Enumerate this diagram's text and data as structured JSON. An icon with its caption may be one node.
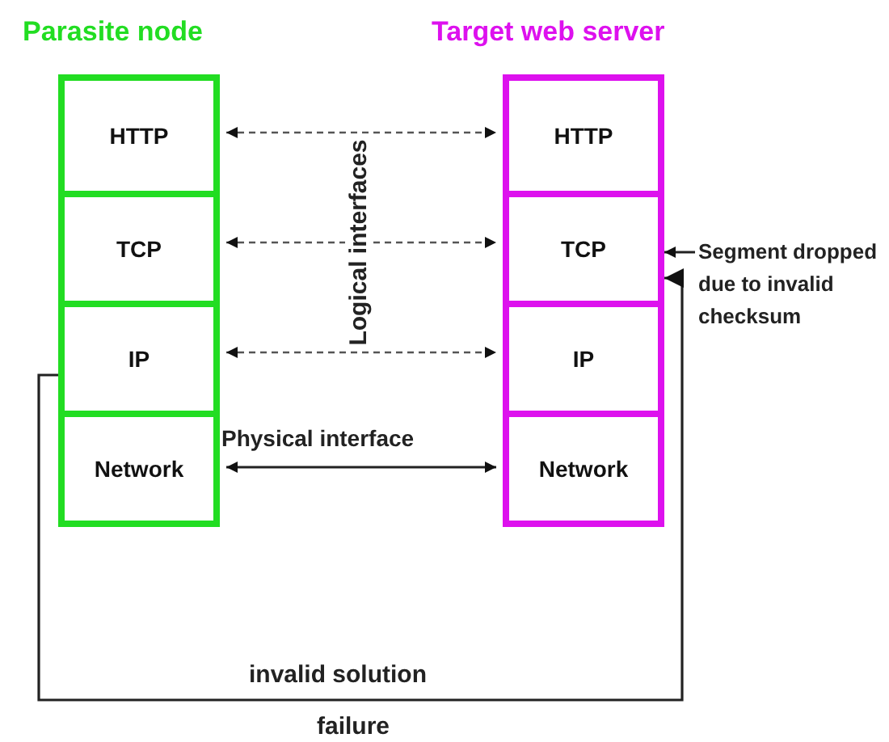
{
  "diagram": {
    "nodes": [
      {
        "text": [
          "Parasite node"
        ]
      },
      {
        "text": [
          "HTTP"
        ],
        "in": 0
      },
      {
        "text": [
          "TCP"
        ],
        "in": 0
      },
      {
        "text": [
          "IP"
        ],
        "in": 0
      },
      {
        "text": [
          "Network"
        ],
        "in": 0
      },
      {
        "text": [
          "Target web server"
        ]
      },
      {
        "text": [
          "HTTP"
        ],
        "in": 5
      },
      {
        "text": [
          "TCP"
        ],
        "in": 5
      },
      {
        "text": [
          "IP"
        ],
        "in": 5
      },
      {
        "text": [
          "Network"
        ],
        "in": 5
      },
      {
        "text": [
          "Segment dropped due to invalid checksum"
        ]
      }
    ],
    "edges": [
      {
        "from": 1,
        "to": 6,
        "arrow": "both",
        "style": "dashed"
      },
      {
        "from": 2,
        "to": 7,
        "arrow": "both",
        "style": "dashed"
      },
      {
        "from": 3,
        "to": 8,
        "arrow": "both",
        "style": "dashed"
      },
      {
        "from": 4,
        "to": 9,
        "arrow": "both",
        "label": "Physical interface"
      },
      {
        "from": 3,
        "to": 7,
        "arrow": "to"
      },
      {
        "from": 10,
        "to": 7,
        "arrow": "to"
      }
    ],
    "labels": [
      "Logical interfaces",
      "invalid solution",
      "failure"
    ]
  }
}
